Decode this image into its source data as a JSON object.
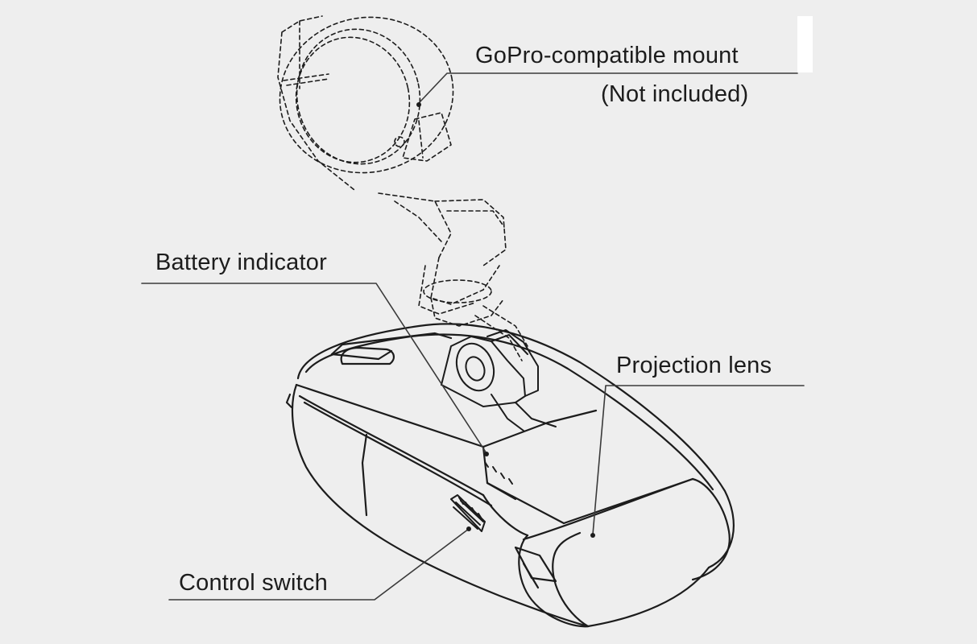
{
  "labels": {
    "mount": "GoPro-compatible mount",
    "mount_note": "(Not included)",
    "battery": "Battery indicator",
    "lens": "Projection lens",
    "switch": "Control switch"
  },
  "colors": {
    "background": "#eeeeee",
    "line": "#1c1c1c",
    "leader": "#3a3a3a"
  }
}
